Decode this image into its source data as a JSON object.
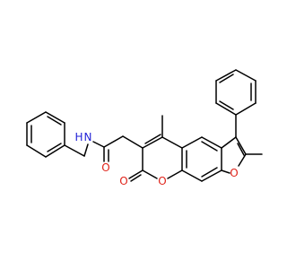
{
  "colors": {
    "bond": "#000000",
    "nitrogen": "#1f1fd6",
    "oxygen": "#e0231a",
    "background": "#ffffff"
  },
  "atom_labels": {
    "amide_nitrogen": "N",
    "amide_hydrogen": "H",
    "amide_oxygen": "O",
    "lactone_carbonyl_oxygen": "O",
    "pyran_ring_oxygen": "O",
    "furan_ring_oxygen": "O"
  }
}
